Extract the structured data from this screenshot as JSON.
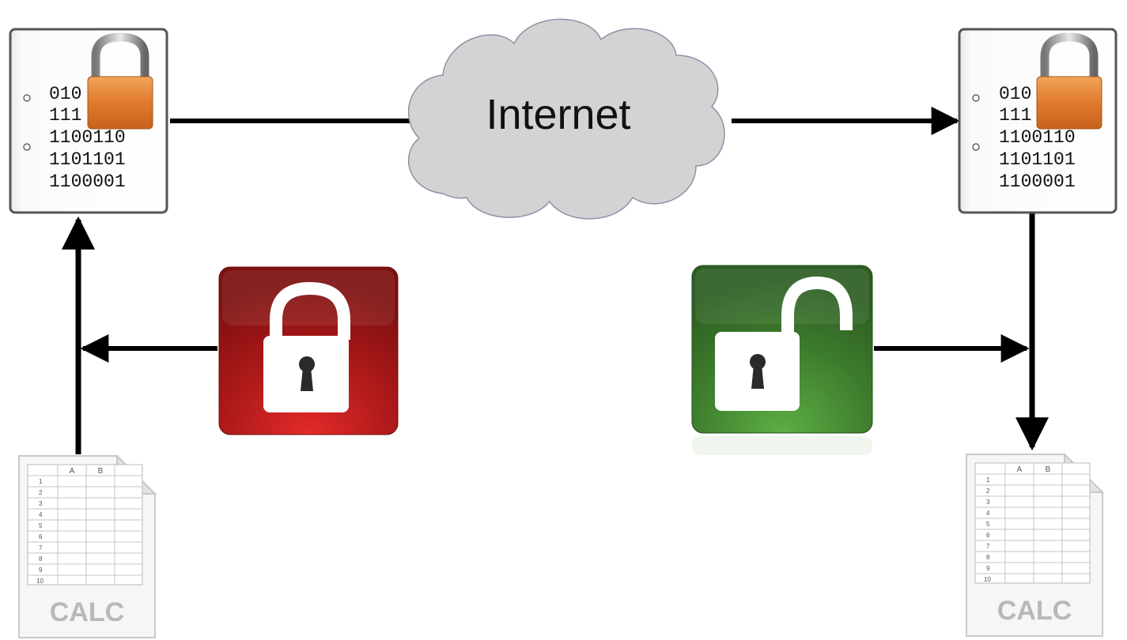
{
  "cloud": {
    "label": "Internet"
  },
  "encrypted_file_left": {
    "lines": [
      "010",
      "111",
      "1100110",
      "1101101",
      "1100001"
    ]
  },
  "encrypted_file_right": {
    "lines": [
      "010",
      "111",
      "1100110",
      "1101101",
      "1100001"
    ]
  },
  "spreadsheet_left": {
    "label": "CALC",
    "columns": [
      "A",
      "B"
    ],
    "rows": [
      "1",
      "2",
      "3",
      "4",
      "5",
      "6",
      "7",
      "8",
      "9",
      "10"
    ]
  },
  "spreadsheet_right": {
    "label": "CALC",
    "columns": [
      "A",
      "B"
    ],
    "rows": [
      "1",
      "2",
      "3",
      "4",
      "5",
      "6",
      "7",
      "8",
      "9",
      "10"
    ]
  },
  "icons": {
    "encrypt": "closed-padlock-icon",
    "decrypt": "open-padlock-icon",
    "file_lock": "padlock-icon"
  },
  "colors": {
    "encrypt_box": "#b01c1c",
    "decrypt_box": "#3f7f2f",
    "padlock_gold": "#e0893a",
    "cloud_fill": "#d3d3d3",
    "arrow": "#000000"
  }
}
